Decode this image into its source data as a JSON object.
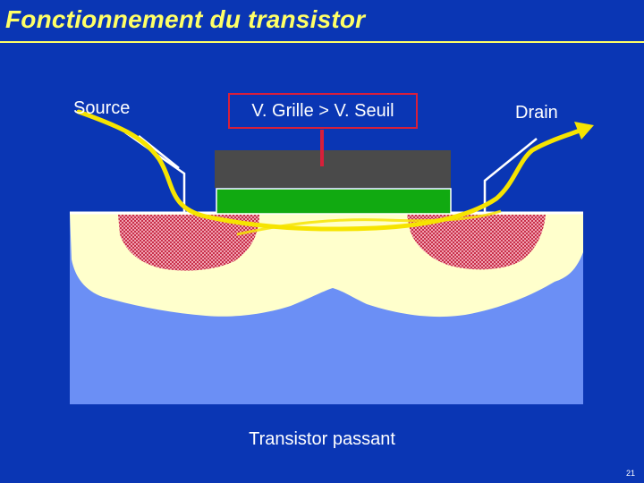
{
  "slide": {
    "title": "Fonctionnement du transistor",
    "caption": "Transistor passant",
    "page_number": "21"
  },
  "labels": {
    "source": "Source",
    "drain": "Drain",
    "gate_condition": "V. Grille > V. Seuil"
  },
  "colors": {
    "background": "#0a36b4",
    "title": "#ffff66",
    "substrate": "#6b8ff5",
    "depletion": "#ffffcc",
    "diffusion": "#c8304a",
    "gate_metal": "#4a4a4a",
    "gate_oxide": "#11aa11",
    "current_path": "#f6e400",
    "gate_box_border": "#d81f3a"
  }
}
